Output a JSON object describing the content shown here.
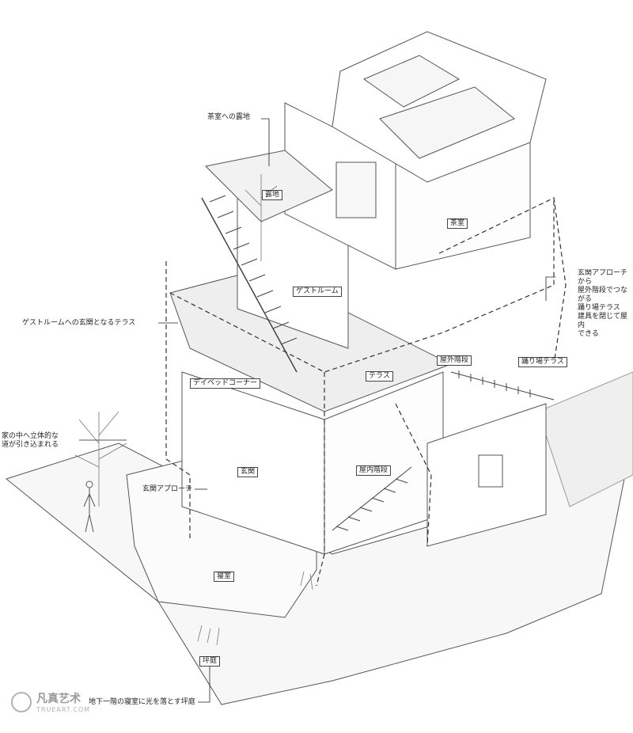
{
  "labels": {
    "chashitsu_roji": "茶室への露地",
    "roji": "露地",
    "chashitsu": "茶室",
    "guest_room": "ゲストルーム",
    "guest_terrace": "ゲストルームへの玄関となるテラス",
    "terrace": "テラス",
    "outdoor_stair": "屋外階段",
    "landing_terrace": "踊り場テラス",
    "daybed_corner": "デイベッドコーナー",
    "entrance": "玄関",
    "indoor_stair": "屋内階段",
    "entrance_approach": "玄関アプローチ",
    "bedroom": "寝室",
    "tsuboniwa": "坪庭",
    "tsuboniwa_note": "地下一階の寝室に光を落とす坪庭",
    "path_into_house": [
      "家の中へ立体的な",
      "道が引き込まれる"
    ],
    "approach_note": [
      "玄関アプローチから",
      "屋外階段でつながる",
      "踊り場テラス",
      "建具を閉じて屋内",
      "できる"
    ]
  },
  "watermark": {
    "text": "凡真艺术",
    "sub": "TRUEART.COM"
  }
}
